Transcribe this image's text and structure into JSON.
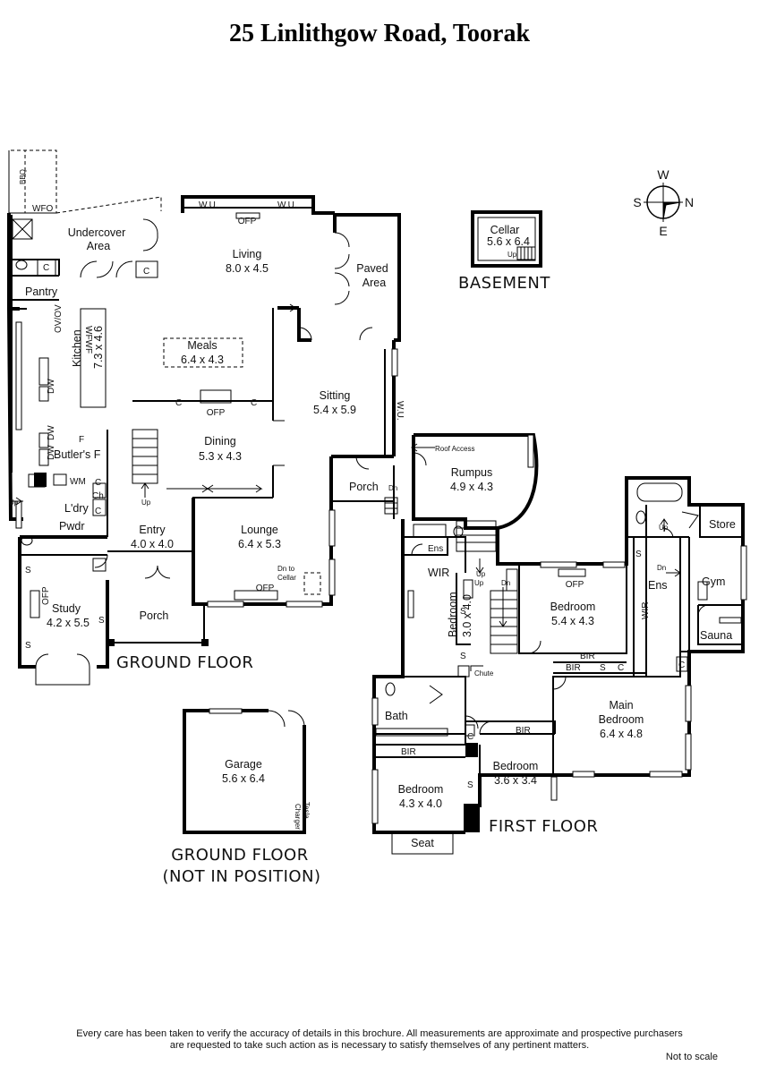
{
  "title": "25 Linlithgow Road, Toorak",
  "floors": {
    "ground": "GROUND FLOOR",
    "ground_np_1": "GROUND FLOOR",
    "ground_np_2": "(NOT IN POSITION)",
    "basement": "BASEMENT",
    "first": "FIRST FLOOR"
  },
  "compass": {
    "n": "N",
    "s": "S",
    "e": "E",
    "w": "W"
  },
  "rooms": {
    "undercover": {
      "name": "Undercover",
      "name2": "Area"
    },
    "living": {
      "name": "Living",
      "dims": "8.0 x 4.5"
    },
    "paved": {
      "name": "Paved",
      "name2": "Area"
    },
    "meals": {
      "name": "Meals",
      "dims": "6.4 x 4.3"
    },
    "kitchen": {
      "name": "Kitchen",
      "dims": "7.3 x 4.6"
    },
    "sitting": {
      "name": "Sitting",
      "dims": "5.4 x 5.9"
    },
    "dining": {
      "name": "Dining",
      "dims": "5.3 x 4.3"
    },
    "entry": {
      "name": "Entry",
      "dims": "4.0 x 4.0"
    },
    "lounge": {
      "name": "Lounge",
      "dims": "6.4 x 5.3"
    },
    "study": {
      "name": "Study",
      "dims": "4.2 x 5.5"
    },
    "porch_front": {
      "name": "Porch"
    },
    "porch_side": {
      "name": "Porch"
    },
    "pantry": {
      "name": "Pantry"
    },
    "butlers": {
      "name": "Butler's F"
    },
    "laundry": {
      "name": "L'dry"
    },
    "powder": {
      "name": "Pwdr"
    },
    "cellar": {
      "name": "Cellar",
      "dims": "5.6 x 6.4"
    },
    "garage": {
      "name": "Garage",
      "dims": "5.6 x 6.4"
    },
    "rumpus": {
      "name": "Rumpus",
      "dims": "4.9 x 4.3"
    },
    "bedroom_a": {
      "name": "Bedroom",
      "dims": "5.4 x 4.3"
    },
    "bedroom_b": {
      "name": "Bedroom",
      "dims": "3.0 x 4.0"
    },
    "bedroom_c": {
      "name": "Bedroom",
      "dims": "3.6 x 3.4"
    },
    "bedroom_d": {
      "name": "Bedroom",
      "dims": "4.3 x 4.0"
    },
    "main_bedroom": {
      "name": "Main",
      "name2": "Bedroom",
      "dims": "6.4 x 4.8"
    },
    "gym": {
      "name": "Gym"
    },
    "store": {
      "name": "Store"
    },
    "sauna": {
      "name": "Sauna"
    },
    "bath": {
      "name": "Bath"
    },
    "seat": {
      "name": "Seat"
    }
  },
  "labels": {
    "bbq": "BBQ",
    "wfo": "WFO",
    "wu": "W.U.",
    "ofp": "OFP",
    "c": "C",
    "s": "S",
    "dw": "DW",
    "ovov": "OV/OV",
    "wfwf": "WFWF",
    "f": "F",
    "wm": "WM",
    "ch": "Ch.",
    "up": "Up",
    "dn": "Dn",
    "dn_cellar_1": "Dn to",
    "dn_cellar_2": "Cellar",
    "tesla_1": "Tesla",
    "tesla_2": "Charger",
    "roof_access": "Roof Access",
    "ens": "Ens",
    "wir": "WIR",
    "bir": "BIR",
    "chute": "Chute"
  },
  "disclaimer_1": "Every care has been taken to verify the accuracy of details in this brochure.  All measurements are approximate and prospective purchasers",
  "disclaimer_2": "are requested to take such action as is necessary to satisfy themselves of any pertinent matters.",
  "not_to_scale": "Not to scale"
}
